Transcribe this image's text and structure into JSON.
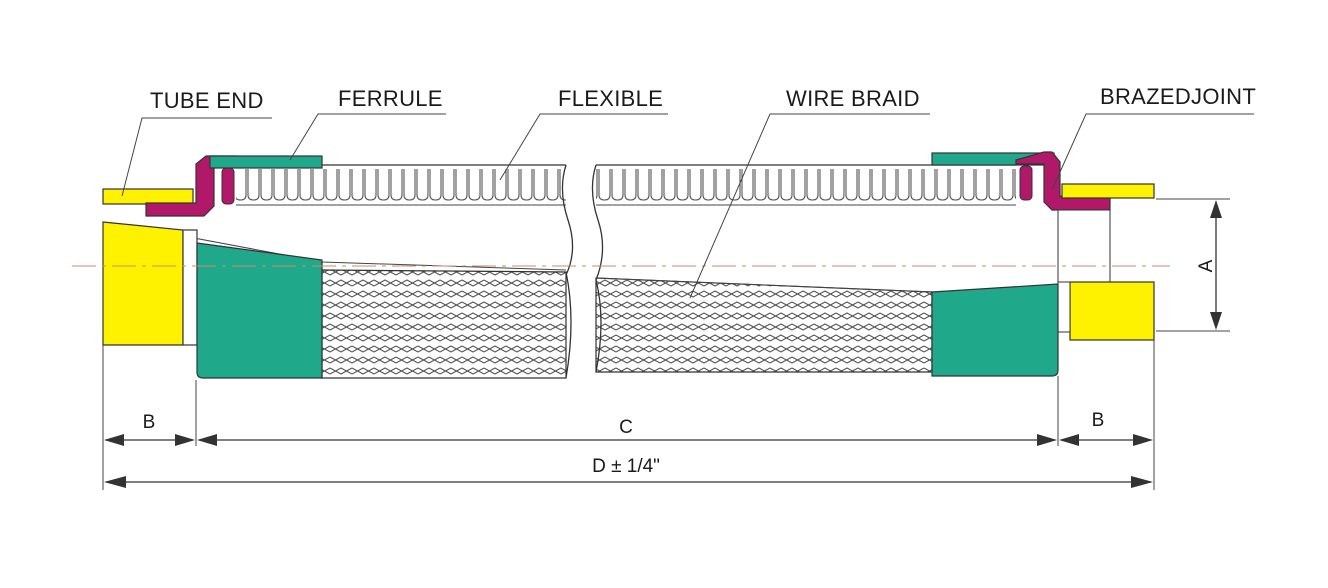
{
  "labels": {
    "tube_end": "TUBE END",
    "ferrule": "FERRULE",
    "flexible": "FLEXIBLE",
    "wire_braid": "WIRE BRAID",
    "brazed_joint": "BRAZEDJOINT"
  },
  "dimensions": {
    "a": "A",
    "b_left": "B",
    "c": "C",
    "b_right": "B",
    "d": "D ± 1/4\""
  },
  "colors": {
    "tube_end": "#fff200",
    "ferrule": "#20a88a",
    "brazed_joint": "#b2186a",
    "centerline": "#d08a6a"
  }
}
